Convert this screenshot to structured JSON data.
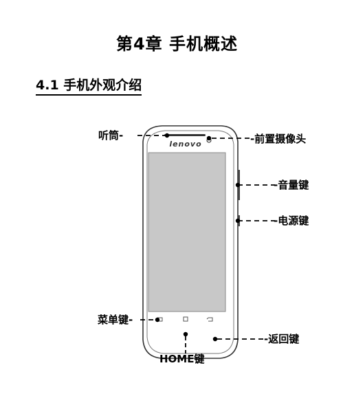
{
  "chapter": {
    "title": "第4章  手机概述"
  },
  "section": {
    "title": "4.1  手机外观介绍"
  },
  "phone": {
    "brand": "lenovo"
  },
  "labels": {
    "earpiece": "听筒-",
    "front_camera": "-前置摄像头",
    "volume_key": "-音量键",
    "power_key": "-电源键",
    "menu_key": "菜单键-",
    "back_key": "-返回键",
    "home_key": "HOME键"
  }
}
